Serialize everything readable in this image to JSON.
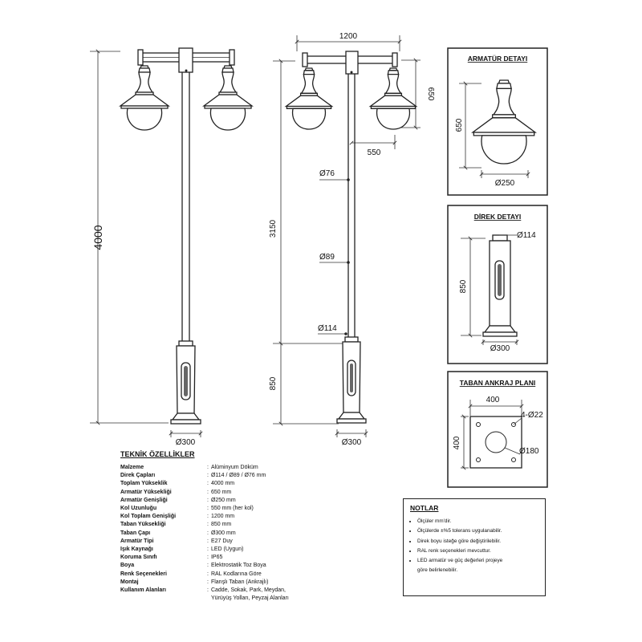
{
  "dimensions": {
    "total_height": "4000",
    "arm_span": "1200",
    "luminaire_height": "650",
    "arm_length": "550",
    "pole_top_dia": "Ø76",
    "pole_mid_dia": "Ø89",
    "pole_low_dia": "Ø114",
    "shaft_height": "3150",
    "base_height": "850",
    "base_dia_left": "Ø300",
    "base_dia_right": "Ø300"
  },
  "luminaire_detail": {
    "title": "ARMATÜR DETAYI",
    "height": "650",
    "diameter": "Ø250"
  },
  "pole_detail": {
    "title": "DİREK DETAYI",
    "top_dia": "Ø114",
    "height": "850",
    "base_dia": "Ø300"
  },
  "anchor_plan": {
    "title": "TABAN ANKRAJ PLANI",
    "width": "400",
    "height": "400",
    "holes": "4-Ø22",
    "center": "Ø180"
  },
  "specs": {
    "title": "TEKNİK ÖZELLİKLER",
    "rows": [
      {
        "key": "Malzeme",
        "value": "Alüminyum Döküm"
      },
      {
        "key": "Direk Çapları",
        "value": "Ø114 / Ø89 / Ø76 mm"
      },
      {
        "key": "Toplam Yükseklik",
        "value": "4000 mm"
      },
      {
        "key": "Armatür Yüksekliği",
        "value": "650 mm"
      },
      {
        "key": "Armatür Genişliği",
        "value": "Ø250 mm"
      },
      {
        "key": "Kol Uzunluğu",
        "value": "550 mm (her kol)"
      },
      {
        "key": "Kol Toplam Genişliği",
        "value": "1200 mm"
      },
      {
        "key": "Taban Yüksekliği",
        "value": "850 mm"
      },
      {
        "key": "Taban Çapı",
        "value": "Ø300 mm"
      },
      {
        "key": "Armatür Tipi",
        "value": "E27 Duy"
      },
      {
        "key": "Işık Kaynağı",
        "value": "LED (Uygun)"
      },
      {
        "key": "Koruma Sınıfı",
        "value": "IP65"
      },
      {
        "key": "Boya",
        "value": "Elektrostatik Toz Boya"
      },
      {
        "key": "Renk Seçenekleri",
        "value": "RAL Kodlarına Göre"
      },
      {
        "key": "Montaj",
        "value": "Flanşlı Taban (Ankrajlı)"
      },
      {
        "key": "Kullanım Alanları",
        "value": "Cadde, Sokak, Park, Meydan,"
      },
      {
        "key": "",
        "value": "Yürüyüş Yolları, Peyzaj Alanları"
      }
    ]
  },
  "notes": {
    "title": "NOTLAR",
    "items": [
      "Ölçüler mm'dir.",
      "Ölçülerde ±%5 tolerans uygulanabilir.",
      "Direk boyu isteğe göre değiştirilebilir.",
      "RAL renk seçenekleri mevcuttur.",
      "LED armatür ve güç değerleri projeye",
      "göre belirlenebilir."
    ]
  }
}
